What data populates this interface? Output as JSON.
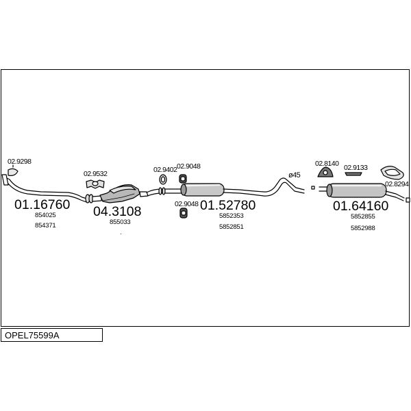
{
  "caption": "OPEL75599A",
  "groups": [
    {
      "part_no": "01.16760",
      "refs": [
        "854025",
        "854371"
      ]
    },
    {
      "part_no": "04.3108",
      "refs": [
        "855033"
      ]
    },
    {
      "part_no": "01.52780",
      "refs": [
        "5852353",
        "5852851"
      ]
    },
    {
      "part_no": "01.64160",
      "refs": [
        "5852855",
        "5852988"
      ]
    }
  ],
  "fittings": {
    "f1": "02.9298",
    "f2": "02.9532",
    "f3": "02.9402",
    "f4": "02.9048",
    "f5": "02.9048",
    "f6": "02.8140",
    "f7": "02.9133",
    "f8": "02.8294"
  },
  "diameter_mark": "ø45"
}
